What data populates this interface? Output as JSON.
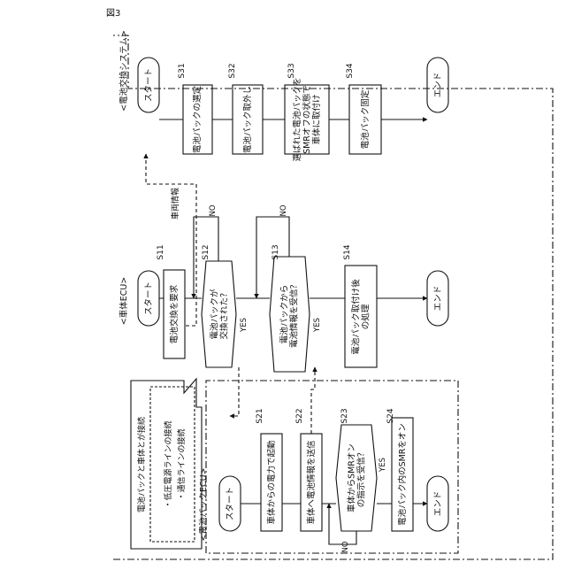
{
  "figure_label": "図3",
  "sections": {
    "system": "<電池交換システム>",
    "vehicle": "<車体ECU>",
    "pack": "<電池パックECU>"
  },
  "system_flow": {
    "start": "スタート",
    "end": "エンド",
    "steps": [
      {
        "id": "S31",
        "lines": [
          "電池パックの選定"
        ]
      },
      {
        "id": "S32",
        "lines": [
          "電池パック取外し"
        ]
      },
      {
        "id": "S33",
        "lines": [
          "選ばれた電池パックを",
          "SMRオフの状態で",
          "車体に取付け"
        ]
      },
      {
        "id": "S34",
        "lines": [
          "電池パック固定"
        ]
      }
    ]
  },
  "vehicle_flow": {
    "start": "スタート",
    "end": "エンド",
    "steps": [
      {
        "id": "S11",
        "lines": [
          "電池交換を要求"
        ]
      },
      {
        "id": "S12",
        "lines": [
          "電池パックが",
          "交換された？"
        ]
      },
      {
        "id": "S13",
        "lines": [
          "電池パックから",
          "電池情報を受信？"
        ]
      },
      {
        "id": "S14",
        "lines": [
          "電池パック取付け後",
          "の処理"
        ]
      }
    ],
    "vehicle_info_label": "車両情報"
  },
  "pack_flow": {
    "start": "スタート",
    "end": "エンド",
    "steps": [
      {
        "id": "S21",
        "lines": [
          "車体からの電力で起動"
        ]
      },
      {
        "id": "S22",
        "lines": [
          "車体へ電池情報を送信"
        ]
      },
      {
        "id": "S23",
        "lines": [
          "車体からSMRオン",
          "の指示を受信？"
        ]
      },
      {
        "id": "S24",
        "lines": [
          "電池パック内のSMRをオン"
        ]
      }
    ]
  },
  "branch_labels": {
    "yes": "YES",
    "no": "NO"
  },
  "callout": {
    "title": "電池パックと車体とが接続",
    "items": [
      "・低圧電源ラインの接続",
      "・通信ラインの接続"
    ]
  }
}
